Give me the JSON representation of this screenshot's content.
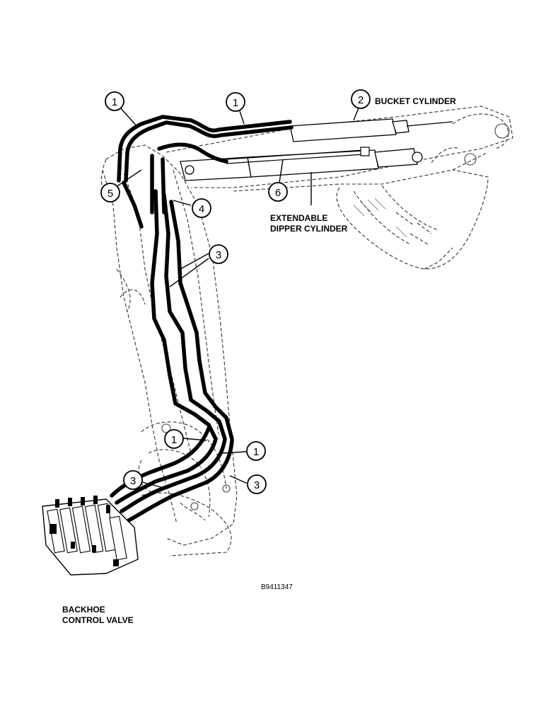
{
  "labels": {
    "bucket_cylinder": "BUCKET CYLINDER",
    "extendable_dipper_line1": "EXTENDABLE",
    "extendable_dipper_line2": "DIPPER CYLINDER",
    "backhoe_control_line1": "BACKHOE",
    "backhoe_control_line2": "CONTROL VALVE",
    "figure_ref": "B9411347"
  },
  "callouts": [
    {
      "id": "c1",
      "number": "1"
    },
    {
      "id": "c2",
      "number": "1"
    },
    {
      "id": "c3",
      "number": "2"
    },
    {
      "id": "c4",
      "number": "5"
    },
    {
      "id": "c5",
      "number": "4"
    },
    {
      "id": "c6",
      "number": "6"
    },
    {
      "id": "c7",
      "number": "3"
    },
    {
      "id": "c8",
      "number": "1"
    },
    {
      "id": "c9",
      "number": "1"
    },
    {
      "id": "c10",
      "number": "3"
    },
    {
      "id": "c11",
      "number": "3"
    }
  ]
}
